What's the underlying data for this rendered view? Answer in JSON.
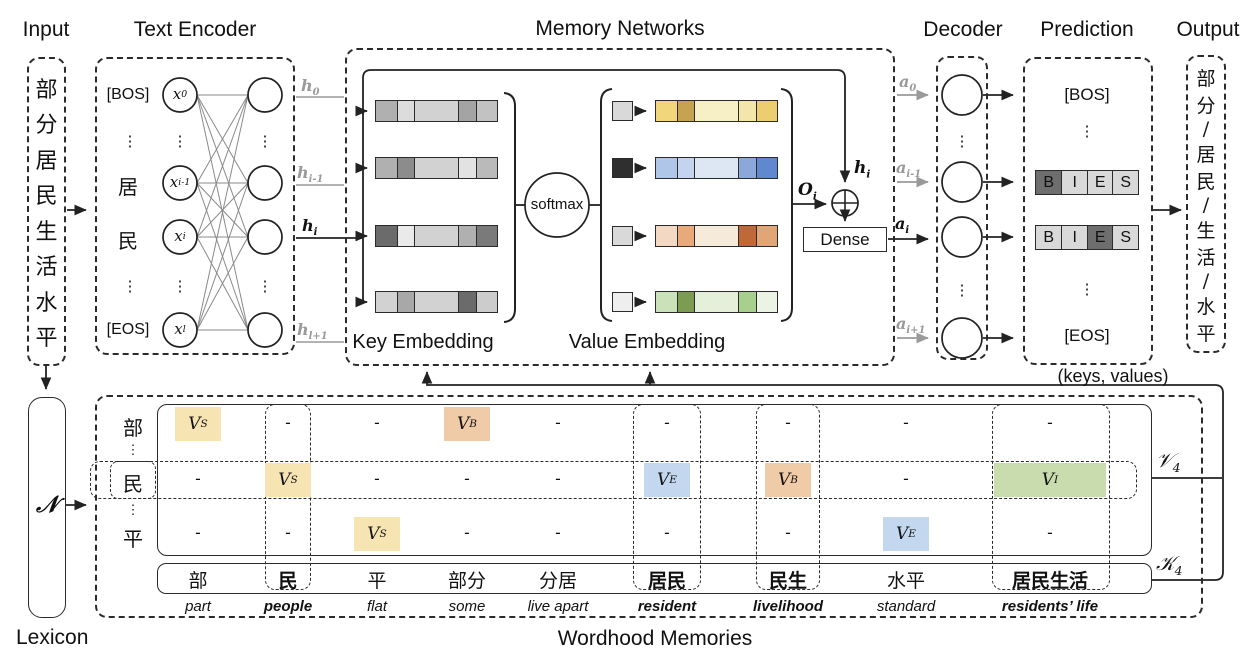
{
  "titles": {
    "input": "Input",
    "encoder": "Text Encoder",
    "memory": "Memory Networks",
    "decoder": "Decoder",
    "prediction": "Prediction",
    "output": "Output"
  },
  "dots": "⋮",
  "input": {
    "chars": [
      "部",
      "分",
      "居",
      "民",
      "生",
      "活",
      "水",
      "平"
    ]
  },
  "encoder": {
    "row_labels": [
      "[BOS]",
      "居",
      "民",
      "[EOS]"
    ],
    "nodes": [
      {
        "base": "x",
        "sub": "0"
      },
      {
        "base": "x",
        "sub": "i-1"
      },
      {
        "base": "x",
        "sub": "i"
      },
      {
        "base": "x",
        "sub": "l"
      }
    ],
    "h_labels": [
      {
        "base": "h",
        "sub": "0"
      },
      {
        "base": "h",
        "sub": "i-1"
      },
      {
        "base": "h",
        "sub": "i"
      },
      {
        "base": "h",
        "sub": "l+1"
      }
    ]
  },
  "memory": {
    "softmax": "softmax",
    "key_label": "Key Embedding",
    "value_label": "Value Embedding",
    "dense": "Dense",
    "o_label": {
      "base": "O",
      "sub": "i"
    },
    "h_label": {
      "base": "h",
      "sub": "i"
    },
    "key_bars": [
      [
        "#b0b0b0",
        "#dcdcdc",
        "#d2d2d2",
        "#a4a4a4",
        "#c2c2c2"
      ],
      [
        "#b0b0b0",
        "#8c8c8c",
        "#d2d2d2",
        "#e2e2e2",
        "#bababa"
      ],
      [
        "#6b6b6b",
        "#eaeaea",
        "#d2d2d2",
        "#b0b0b0",
        "#7a7a7a"
      ],
      [
        "#d2d2d2",
        "#a8a8a8",
        "#d2d2d2",
        "#6b6b6b",
        "#cccccc"
      ]
    ],
    "value_weights": [
      "#d9d9d9",
      "#2f2f2f",
      "#d9d9d9",
      "#eeeeee"
    ],
    "value_bars": [
      [
        "#f1d67c",
        "#c6a253",
        "#f7efc5",
        "#f4e6ab",
        "#edcd6f"
      ],
      [
        "#afc6e8",
        "#c4d4ee",
        "#dde7f4",
        "#8ca8db",
        "#5f88d1"
      ],
      [
        "#f3d9c3",
        "#e8aa7b",
        "#f6eada",
        "#bf6939",
        "#e1a576"
      ],
      [
        "#cae1b9",
        "#7c9d51",
        "#e5f0db",
        "#a7d08d",
        "#ebf3e5"
      ]
    ]
  },
  "decoder": {
    "a_labels": [
      {
        "base": "a",
        "sub": "0"
      },
      {
        "base": "a",
        "sub": "i-1"
      },
      {
        "base": "a",
        "sub": "i"
      },
      {
        "base": "a",
        "sub": "i+1"
      }
    ]
  },
  "prediction": {
    "top": "[BOS]",
    "bottom": "[EOS]",
    "tag_rows": [
      {
        "cells": [
          "B",
          "I",
          "E",
          "S"
        ],
        "dark": 0
      },
      {
        "cells": [
          "B",
          "I",
          "E",
          "S"
        ],
        "dark": 2
      }
    ],
    "dark_color": "#6e6e6e",
    "light_color": "#d9d9d9"
  },
  "output": {
    "tokens": [
      "部",
      "分",
      "/",
      "居",
      "民",
      "/",
      "生",
      "活",
      "/",
      "水",
      "平"
    ]
  },
  "keys_values": "(keys, values)",
  "lexicon": {
    "symbol": "𝒩",
    "label": "Lexicon"
  },
  "wordhood": {
    "title": "Wordhood Memories",
    "row_labels": [
      "部",
      "民",
      "平"
    ],
    "dash": "-",
    "columns": [
      {
        "zh": "部",
        "en": "part",
        "bold": false
      },
      {
        "zh": "民",
        "en": "people",
        "bold": true
      },
      {
        "zh": "平",
        "en": "flat",
        "bold": false
      },
      {
        "zh": "部分",
        "en": "some",
        "bold": false
      },
      {
        "zh": "分居",
        "en": "live apart",
        "bold": false
      },
      {
        "zh": "居民",
        "en": "resident",
        "bold": true
      },
      {
        "zh": "民生",
        "en": "livelihood",
        "bold": true
      },
      {
        "zh": "水平",
        "en": "standard",
        "bold": false
      },
      {
        "zh": "居民生活",
        "en": "residents’ life",
        "bold": true
      }
    ],
    "value_types": {
      "VS": {
        "base": "V",
        "sub": "S",
        "color": "#f6e5b3"
      },
      "VB": {
        "base": "V",
        "sub": "B",
        "color": "#f0cba8"
      },
      "VE": {
        "base": "V",
        "sub": "E",
        "color": "#c3d7ee"
      },
      "VI": {
        "base": "V",
        "sub": "I",
        "color": "#c8dcae"
      }
    },
    "cells": [
      [
        "VS",
        null,
        null,
        "VB",
        null,
        null,
        null,
        null,
        null
      ],
      [
        null,
        "VS",
        null,
        null,
        null,
        "VE",
        "VB",
        null,
        "VI"
      ],
      [
        null,
        null,
        "VS",
        null,
        null,
        null,
        null,
        "VE",
        null
      ]
    ],
    "v4": {
      "base": "𝒱",
      "sub": "4"
    },
    "k4": {
      "base": "𝒦",
      "sub": "4"
    }
  }
}
